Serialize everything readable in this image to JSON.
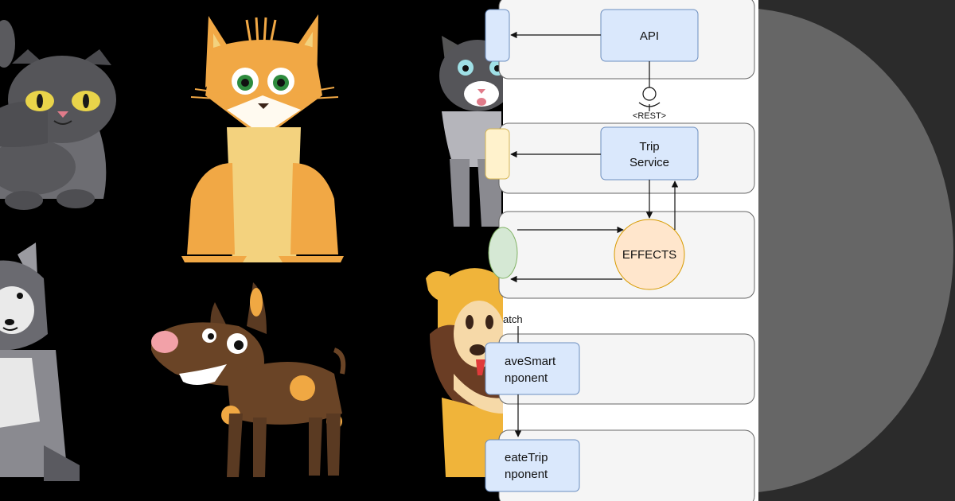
{
  "diagram": {
    "nodes": {
      "api": "API",
      "trip_service_line1": "Trip",
      "trip_service_line2": "Service",
      "effects": "EFFECTS",
      "save_smart_line1": "aveSmart",
      "save_smart_line2": "nponent",
      "create_trip_line1": "eateTrip",
      "create_trip_line2": "nponent"
    },
    "labels": {
      "rest_interface": "<REST>",
      "dispatch": "atch"
    }
  },
  "colors": {
    "background": "#000000",
    "diagram_background": "#ffffff",
    "group_fill": "#f5f5f5",
    "group_stroke": "#666666",
    "node_fill": "#dae8fc",
    "node_stroke": "#6c8ebf",
    "effects_fill": "#ffe6cc",
    "effects_stroke": "#d79b00",
    "store_fill": "#d5e8d4",
    "store_stroke": "#82b366",
    "pending_fill": "#fff2cc",
    "pending_stroke": "#d6b656",
    "right_panel": "#2b2b2b",
    "right_disc": "#666666"
  },
  "illustrations": {
    "left_panel": [
      "grey-cat",
      "orange-cat",
      "grey-cat-peeking",
      "husky-dog",
      "brown-spotted-dog",
      "golden-dog"
    ],
    "right_panel": "grey-disc"
  }
}
